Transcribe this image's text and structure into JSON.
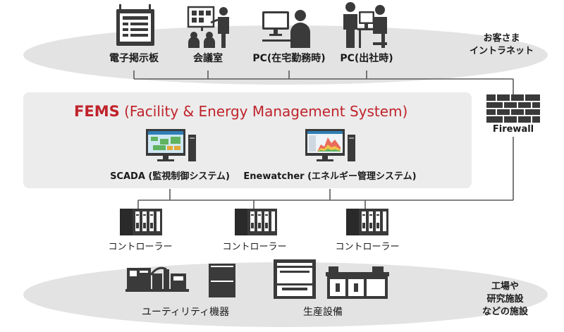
{
  "top_zone": {
    "items": [
      {
        "label": "電子掲示板",
        "icon": "notice-board-icon"
      },
      {
        "label": "会議室",
        "icon": "meeting-room-icon"
      },
      {
        "label": "PC(在宅勤務時)",
        "icon": "pc-remote-work-icon"
      },
      {
        "label": "PC(出社時)",
        "icon": "pc-office-icon"
      }
    ],
    "side_label_line1": "お客さま",
    "side_label_line2": "イントラネット"
  },
  "firewall": {
    "label": "Firewall",
    "icon": "firewall-brick-icon"
  },
  "fems": {
    "title_acronym": "FEMS",
    "title_full": "(Facility & Energy Management System)",
    "systems": [
      {
        "name": "SCADA",
        "detail": "(監視制御システム)",
        "icon": "scada-monitor-icon"
      },
      {
        "name": "Enewatcher",
        "detail": "(エネルギー管理システム)",
        "icon": "enewatcher-monitor-icon"
      }
    ]
  },
  "controllers": [
    {
      "label": "コントローラー"
    },
    {
      "label": "コントローラー"
    },
    {
      "label": "コントローラー"
    }
  ],
  "bottom_zone": {
    "items": [
      {
        "label": "ユーティリティ機器",
        "icon": "utility-equipment-icon"
      },
      {
        "label": "生産設備",
        "icon": "production-equipment-icon"
      }
    ],
    "side_label_line1": "工場や",
    "side_label_line2": "研究施設",
    "side_label_line3": "などの施設"
  },
  "colors": {
    "accent_red": "#c0232b",
    "zone_gray": "#e3e3e3",
    "panel_gray": "#ececec",
    "icon_dark": "#3a3a3a",
    "line": "#5a5a5a"
  }
}
